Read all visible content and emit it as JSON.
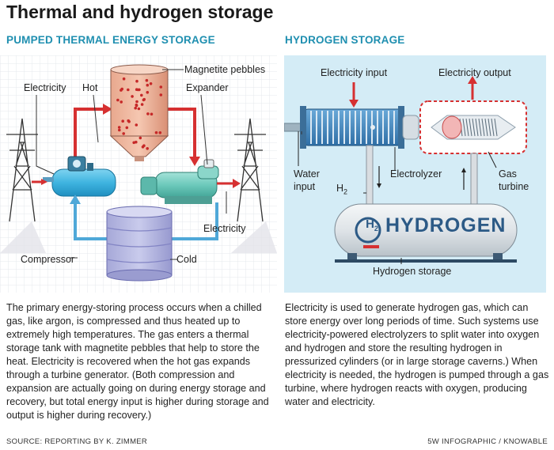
{
  "title": "Thermal and hydrogen storage",
  "left": {
    "heading": "PUMPED THERMAL ENERGY STORAGE",
    "labels": {
      "electricity_in": "Electricity",
      "hot": "Hot",
      "magnetite": "Magnetite pebbles",
      "expander": "Expander",
      "electricity_out": "Electricity",
      "compressor": "Compressor",
      "cold": "Cold"
    },
    "body": "The primary energy-storing process occurs when a chilled gas, like argon, is compressed and thus heated up to extremely high temperatures. The gas enters a thermal storage tank with magnetite pebbles that help to store the heat. Electricity is recovered when the hot gas expands through a turbine generator. (Both compression and expansion are actually going on during energy storage and recovery, but total energy input is higher during storage and output is higher during recovery.)"
  },
  "right": {
    "heading": "HYDROGEN STORAGE",
    "labels": {
      "electricity_input": "Electricity input",
      "electricity_output": "Electricity output",
      "water": "Water",
      "input": "input",
      "electrolyzer": "Electrolyzer",
      "gas": "Gas",
      "turbine": "turbine",
      "h2": "H",
      "h2_sub": "2",
      "tank_word": "HYDROGEN",
      "tank_logo_h": "H",
      "tank_logo_sub": "2",
      "storage": "Hydrogen storage"
    },
    "body": "Electricity is used to generate hydrogen gas, which can store energy over long periods of time. Such systems use electricity-powered electrolyzers to split water into oxygen and hydrogen and store the resulting hydrogen in pressurized cylinders (or in large storage caverns.) When electricity is needed, the hydrogen is pumped through a gas turbine, where hydrogen reacts with oxygen, producing water and electricity."
  },
  "footer": {
    "source": "SOURCE: REPORTING BY K. ZIMMER",
    "credit": "5W INFOGRAPHIC / KNOWABLE"
  },
  "colors": {
    "heading": "#1f8fb0",
    "hot_arrow": "#d63031",
    "cold_arrow": "#4fa8d8",
    "panel_bg": "#d4ecf6"
  }
}
